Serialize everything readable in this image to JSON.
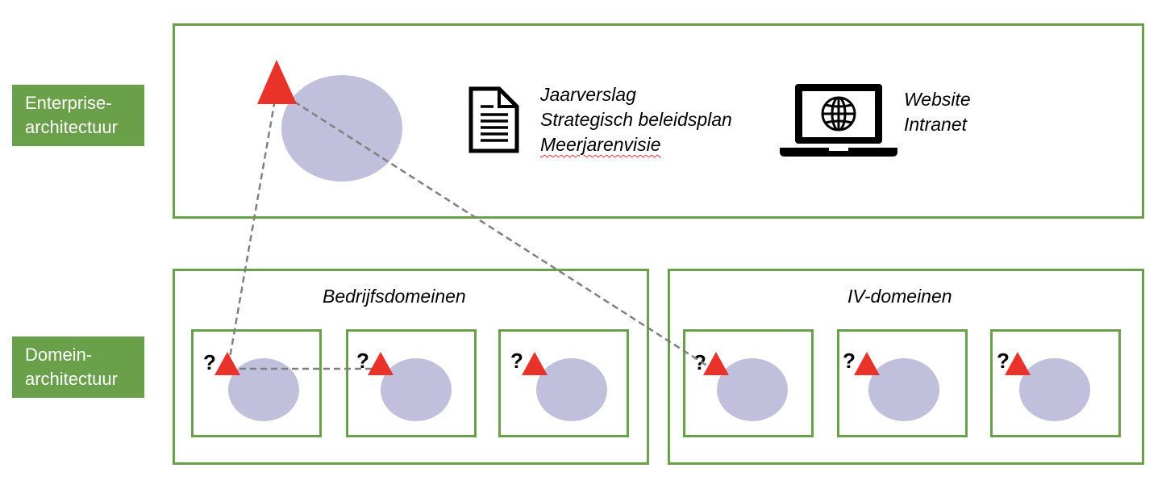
{
  "labels": {
    "enterprise": [
      "Enterprise-",
      "architectuur"
    ],
    "domein": [
      "Domein-",
      "architectuur"
    ]
  },
  "documents": [
    "Jaarverslag",
    "Strategisch beleidsplan",
    "Meerjarenvisie"
  ],
  "channels": [
    "Website",
    "Intranet"
  ],
  "groups": {
    "bedrijf": "Bedrijfsdomeinen",
    "iv": "IV-domeinen"
  },
  "question_mark": "?",
  "icons": [
    "triangle-icon",
    "ellipse-icon",
    "document-icon",
    "laptop-icon",
    "globe-icon"
  ],
  "colors": {
    "box_green": "#6aa04a",
    "triangle_red": "#e8322a",
    "ellipse_lavender": "#c0bfdc",
    "dashed_line": "#808080",
    "badge_text": "#ffffff"
  }
}
